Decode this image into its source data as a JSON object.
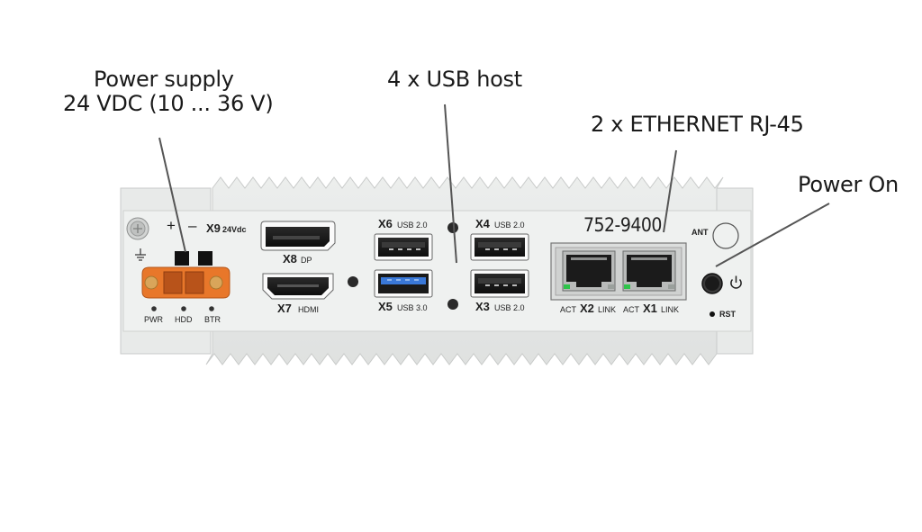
{
  "callouts": {
    "power_supply_line1": "Power supply",
    "power_supply_line2": "24 VDC (10 ... 36 V)",
    "usb_host": "4 x USB host",
    "ethernet": "2 x ETHERNET RJ-45",
    "power_on": "Power On"
  },
  "panel": {
    "plus": "+",
    "minus": "–",
    "x9_name": "X9",
    "x9_rating": "24Vdc",
    "led_pwr": "PWR",
    "led_hdd": "HDD",
    "led_btr": "BTR",
    "x8_name": "X8",
    "x8_type": "DP",
    "x7_name": "X7",
    "x7_type": "HDMI",
    "x6_name": "X6",
    "x6_type": "USB 2.0",
    "x5_name": "X5",
    "x5_type": "USB 3.0",
    "x4_name": "X4",
    "x4_type": "USB 2.0",
    "x3_name": "X3",
    "x3_type": "USB 2.0",
    "model": "752-9400",
    "x2_act": "ACT",
    "x2_name": "X2",
    "x2_link": "LINK",
    "x1_act": "ACT",
    "x1_name": "X1",
    "x1_link": "LINK",
    "ant": "ANT",
    "rst": "RST"
  },
  "colors": {
    "housing": "#e4e6e5",
    "connector_orange": "#e8772a",
    "usb3_blue": "#3a78d8",
    "led_green": "#2ec44a"
  }
}
